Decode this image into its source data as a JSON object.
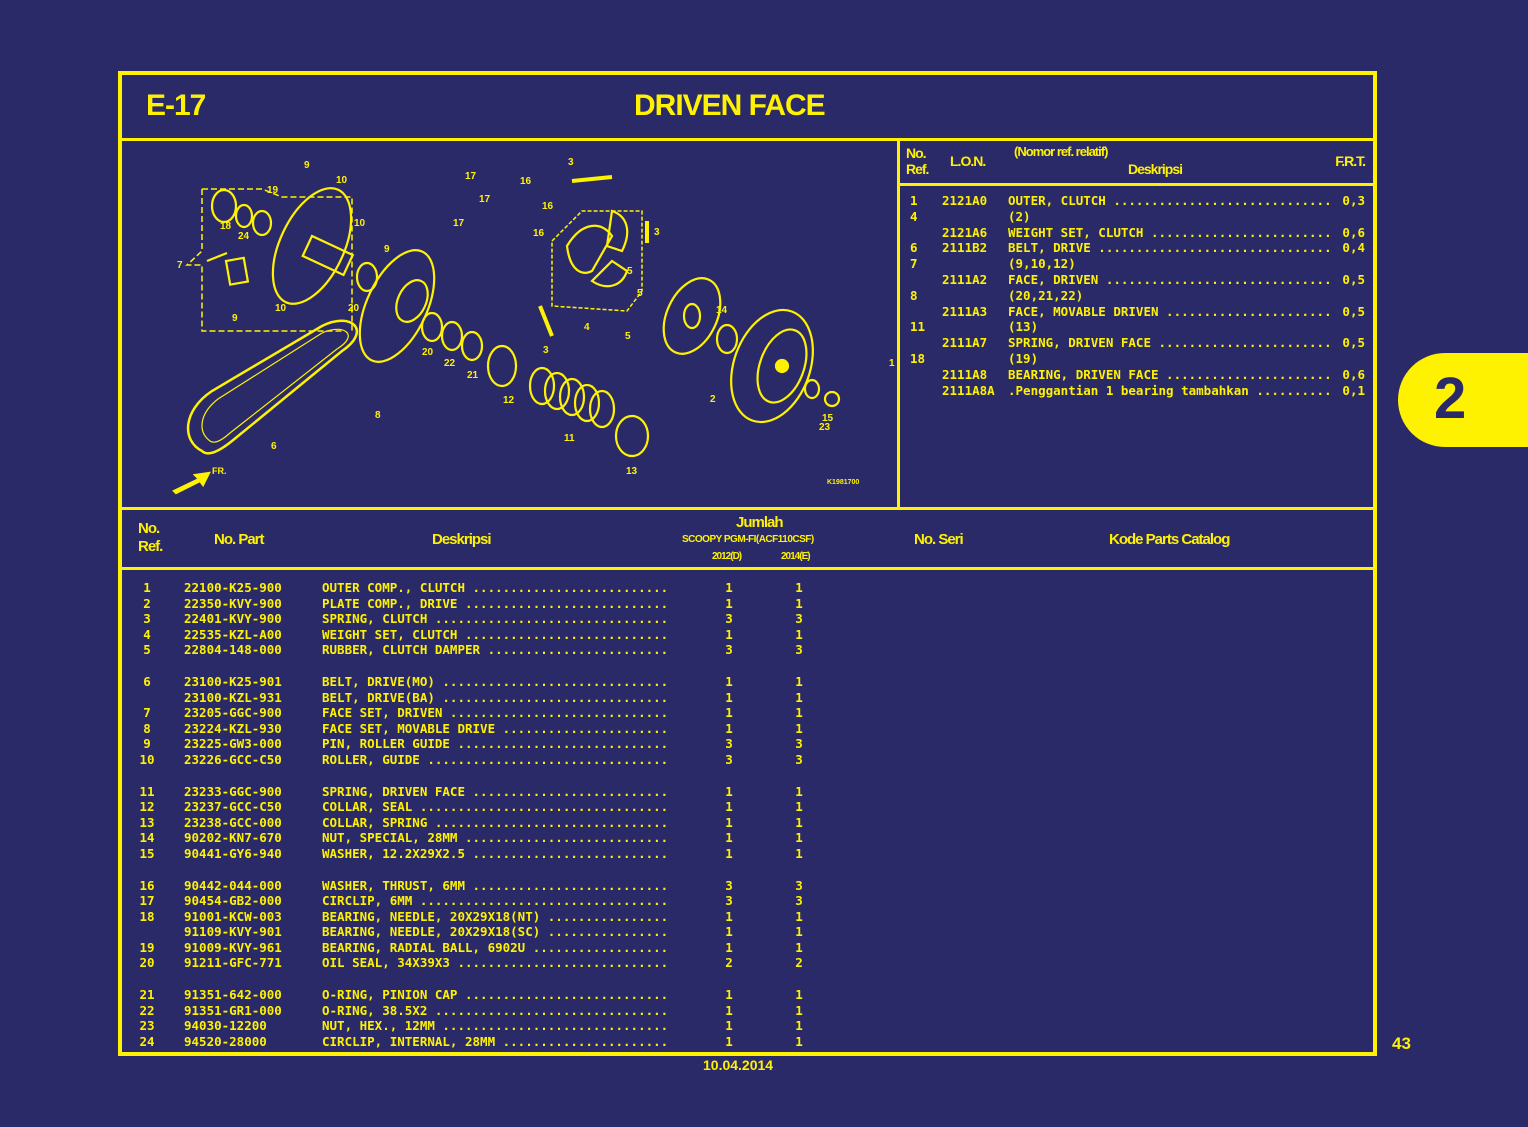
{
  "header": {
    "code": "E-17",
    "title": "DRIVEN FACE"
  },
  "side_tab": {
    "label": "2"
  },
  "page_number": "43",
  "date": "10.04.2014",
  "diagram": {
    "figure_code": "K1981700",
    "direction_label": "FR.",
    "callouts": [
      "1",
      "2",
      "3",
      "3",
      "3",
      "4",
      "5",
      "5",
      "5",
      "6",
      "7",
      "8",
      "9",
      "9",
      "9",
      "10",
      "10",
      "10",
      "11",
      "12",
      "13",
      "14",
      "15",
      "16",
      "16",
      "16",
      "17",
      "17",
      "17",
      "18",
      "19",
      "20",
      "20",
      "21",
      "22",
      "23",
      "24"
    ]
  },
  "frt_table": {
    "headers": {
      "no_ref_1": "No.",
      "no_ref_2": "Ref.",
      "lon": "L.O.N.",
      "relative": "(Nomor ref. relatif)",
      "desc": "Deskripsi",
      "frt": "F.R.T."
    },
    "rows": [
      {
        "ref": "1",
        "lon": "2121A0",
        "desc": "OUTER, CLUTCH ...............................",
        "frt": "0,3"
      },
      {
        "ref": "4",
        "lon": "",
        "desc": "(2)",
        "frt": ""
      },
      {
        "ref": "",
        "lon": "2121A6",
        "desc": "WEIGHT SET, CLUTCH .........................",
        "frt": "0,6"
      },
      {
        "ref": "6",
        "lon": "2111B2",
        "desc": "BELT, DRIVE ................................",
        "frt": "0,4"
      },
      {
        "ref": "7",
        "lon": "",
        "desc": "(9,10,12)",
        "frt": ""
      },
      {
        "ref": "",
        "lon": "2111A2",
        "desc": "FACE, DRIVEN ...............................",
        "frt": "0,5"
      },
      {
        "ref": "8",
        "lon": "",
        "desc": "(20,21,22)",
        "frt": ""
      },
      {
        "ref": "",
        "lon": "2111A3",
        "desc": "FACE, MOVABLE DRIVEN .......................",
        "frt": "0,5"
      },
      {
        "ref": "11",
        "lon": "",
        "desc": "(13)",
        "frt": ""
      },
      {
        "ref": "",
        "lon": "2111A7",
        "desc": "SPRING, DRIVEN FACE ........................",
        "frt": "0,5"
      },
      {
        "ref": "18",
        "lon": "",
        "desc": "(19)",
        "frt": ""
      },
      {
        "ref": "",
        "lon": "2111A8",
        "desc": "BEARING, DRIVEN FACE .......................",
        "frt": "0,6"
      },
      {
        "ref": "",
        "lon": "2111A8A",
        "desc": ".Penggantian 1 bearing tambahkan ..........",
        "frt": "0,1"
      }
    ]
  },
  "parts_table": {
    "headers": {
      "no_ref_1": "No.",
      "no_ref_2": "Ref.",
      "no_part": "No. Part",
      "desc": "Deskripsi",
      "jumlah": "Jumlah",
      "model": "SCOOPY PGM-FI(ACF110CSF)",
      "year_1": "2012(D)",
      "year_2": "2014(E)",
      "no_seri": "No. Seri",
      "kode": "Kode Parts Catalog"
    },
    "groups": [
      [
        {
          "ref": "1",
          "part": "22100-K25-900",
          "desc": "OUTER COMP., CLUTCH ..........................",
          "q1": "1",
          "q2": "1"
        },
        {
          "ref": "2",
          "part": "22350-KVY-900",
          "desc": "PLATE COMP., DRIVE ...........................",
          "q1": "1",
          "q2": "1"
        },
        {
          "ref": "3",
          "part": "22401-KVY-900",
          "desc": "SPRING, CLUTCH ...............................",
          "q1": "3",
          "q2": "3"
        },
        {
          "ref": "4",
          "part": "22535-KZL-A00",
          "desc": "WEIGHT SET, CLUTCH ...........................",
          "q1": "1",
          "q2": "1"
        },
        {
          "ref": "5",
          "part": "22804-148-000",
          "desc": "RUBBER, CLUTCH DAMPER ........................",
          "q1": "3",
          "q2": "3"
        }
      ],
      [
        {
          "ref": "6",
          "part": "23100-K25-901",
          "desc": "BELT, DRIVE(MO) ..............................",
          "q1": "1",
          "q2": "1"
        },
        {
          "ref": "",
          "part": "23100-KZL-931",
          "desc": "BELT, DRIVE(BA) ..............................",
          "q1": "1",
          "q2": "1"
        },
        {
          "ref": "7",
          "part": "23205-GGC-900",
          "desc": "FACE SET, DRIVEN .............................",
          "q1": "1",
          "q2": "1"
        },
        {
          "ref": "8",
          "part": "23224-KZL-930",
          "desc": "FACE SET, MOVABLE DRIVE ......................",
          "q1": "1",
          "q2": "1"
        },
        {
          "ref": "9",
          "part": "23225-GW3-000",
          "desc": "PIN, ROLLER GUIDE ............................",
          "q1": "3",
          "q2": "3"
        },
        {
          "ref": "10",
          "part": "23226-GCC-C50",
          "desc": "ROLLER, GUIDE ................................",
          "q1": "3",
          "q2": "3"
        }
      ],
      [
        {
          "ref": "11",
          "part": "23233-GGC-900",
          "desc": "SPRING, DRIVEN FACE ..........................",
          "q1": "1",
          "q2": "1"
        },
        {
          "ref": "12",
          "part": "23237-GCC-C50",
          "desc": "COLLAR, SEAL .................................",
          "q1": "1",
          "q2": "1"
        },
        {
          "ref": "13",
          "part": "23238-GCC-000",
          "desc": "COLLAR, SPRING ...............................",
          "q1": "1",
          "q2": "1"
        },
        {
          "ref": "14",
          "part": "90202-KN7-670",
          "desc": "NUT, SPECIAL, 28MM ...........................",
          "q1": "1",
          "q2": "1"
        },
        {
          "ref": "15",
          "part": "90441-GY6-940",
          "desc": "WASHER, 12.2X29X2.5 ..........................",
          "q1": "1",
          "q2": "1"
        }
      ],
      [
        {
          "ref": "16",
          "part": "90442-044-000",
          "desc": "WASHER, THRUST, 6MM ..........................",
          "q1": "3",
          "q2": "3"
        },
        {
          "ref": "17",
          "part": "90454-GB2-000",
          "desc": "CIRCLIP, 6MM .................................",
          "q1": "3",
          "q2": "3"
        },
        {
          "ref": "18",
          "part": "91001-KCW-003",
          "desc": "BEARING, NEEDLE, 20X29X18(NT) ................",
          "q1": "1",
          "q2": "1"
        },
        {
          "ref": "",
          "part": "91109-KVY-901",
          "desc": "BEARING, NEEDLE, 20X29X18(SC) ................",
          "q1": "1",
          "q2": "1"
        },
        {
          "ref": "19",
          "part": "91009-KVY-961",
          "desc": "BEARING, RADIAL BALL, 6902U ..................",
          "q1": "1",
          "q2": "1"
        },
        {
          "ref": "20",
          "part": "91211-GFC-771",
          "desc": "OIL SEAL, 34X39X3 ............................",
          "q1": "2",
          "q2": "2"
        }
      ],
      [
        {
          "ref": "21",
          "part": "91351-642-000",
          "desc": "O-RING, PINION CAP ...........................",
          "q1": "1",
          "q2": "1"
        },
        {
          "ref": "22",
          "part": "91351-GR1-000",
          "desc": "O-RING, 38.5X2 ...............................",
          "q1": "1",
          "q2": "1"
        },
        {
          "ref": "23",
          "part": "94030-12200",
          "desc": "NUT, HEX., 12MM ..............................",
          "q1": "1",
          "q2": "1"
        },
        {
          "ref": "24",
          "part": "94520-28000",
          "desc": "CIRCLIP, INTERNAL, 28MM ......................",
          "q1": "1",
          "q2": "1"
        }
      ]
    ]
  },
  "colors": {
    "background": "#2a2a69",
    "accent": "#fff200"
  }
}
